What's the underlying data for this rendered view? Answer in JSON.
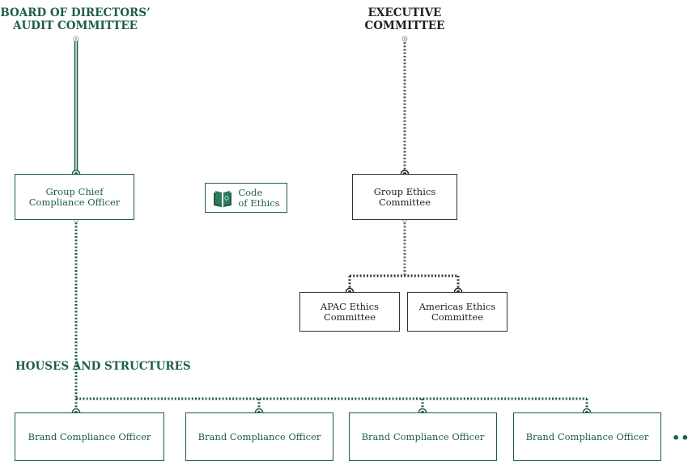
{
  "headings": {
    "board_line1": "BOARD OF DIRECTORS’",
    "board_line2": "AUDIT COMMITTEE",
    "exec_line1": "EXECUTIVE",
    "exec_line2": "COMMITTEE",
    "houses": "HOUSES AND STRUCTURES"
  },
  "boxes": {
    "gcco_line1": "Group Chief",
    "gcco_line2": "Compliance Officer",
    "code_line1": "Code",
    "code_line2": "of Ethics",
    "gec_line1": "Group Ethics",
    "gec_line2": "Committee",
    "apac_line1": "APAC Ethics",
    "apac_line2": "Committee",
    "americas_line1": "Americas Ethics",
    "americas_line2": "Committee"
  },
  "brand_officers": [
    "Brand Compliance Officer",
    "Brand Compliance Officer",
    "Brand Compliance Officer",
    "Brand Compliance Officer"
  ],
  "more_indicator": "•••",
  "colors": {
    "green": "#1c5e44",
    "dark": "#1f1f1f"
  },
  "icons": {
    "code_of_ethics": "book-icon"
  }
}
